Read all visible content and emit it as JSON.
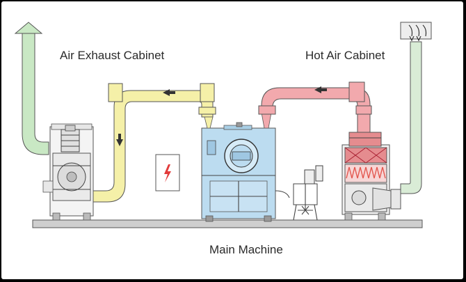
{
  "labels": {
    "exhaust": "Air Exhaust Cabinet",
    "hot_air": "Hot Air Cabinet",
    "main": "Main Machine"
  },
  "colors": {
    "exhaust_duct": "#c9e8c4",
    "return_duct": "#f5f0a8",
    "hot_duct": "#f2a9ad",
    "intake_duct": "#d9ecd6",
    "machine_body": "#bcdcf0",
    "base_rail": "#cfcfcf",
    "heater": "#e3574f"
  },
  "icons": [
    "up-arrow-icon",
    "left-arrow-icon",
    "down-arrow-icon",
    "electric-hazard-icon",
    "air-intake-icon"
  ]
}
